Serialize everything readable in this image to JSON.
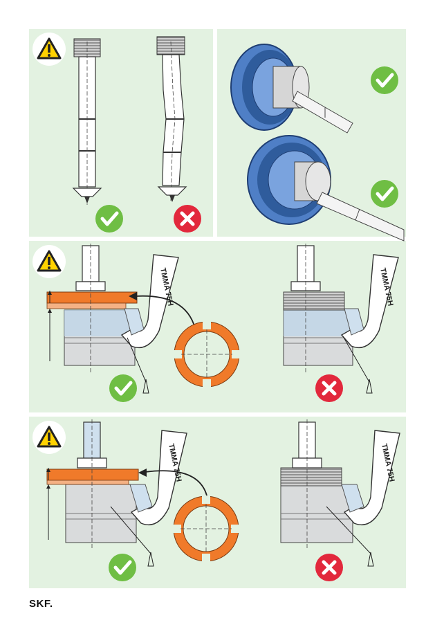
{
  "brand": {
    "logo_text": "SKF."
  },
  "colors": {
    "panel_bg": "#e3f2e1",
    "check_green": "#6fbe44",
    "cross_red": "#e2283c",
    "warning_yellow": "#ffd200",
    "nut_orange": "#f07a2a",
    "bearing_blue": "#4f7fc6"
  },
  "tool": {
    "model_label": "TMMA 75H"
  },
  "panels": [
    {
      "id": "shaft-straight-vs-bent",
      "icons": [
        "warning-icon",
        "check-icon",
        "cross-icon"
      ]
    },
    {
      "id": "bearing-mounting",
      "icons": [
        "check-icon",
        "check-icon"
      ]
    },
    {
      "id": "nut-tightening-upper",
      "icons": [
        "warning-icon",
        "check-icon",
        "cross-icon"
      ]
    },
    {
      "id": "nut-tightening-lower",
      "icons": [
        "warning-icon",
        "check-icon",
        "cross-icon"
      ]
    }
  ]
}
